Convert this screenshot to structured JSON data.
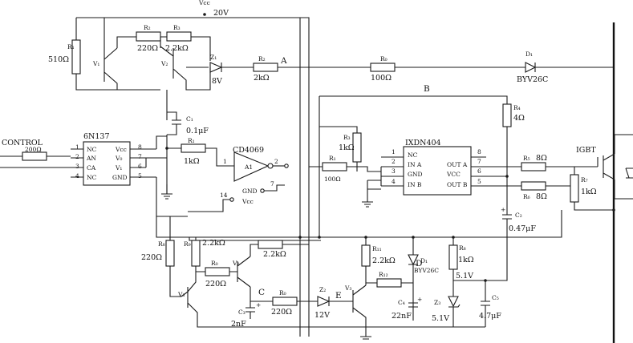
{
  "supply": {
    "vcc_label": "Vcc",
    "vcc_value": "20V"
  },
  "input": {
    "control_label": "CONTROL",
    "r10_value": "200Ω"
  },
  "parts": {
    "r1": {
      "value": "510Ω"
    },
    "r2": {
      "value": "220Ω"
    },
    "r3": {
      "value": "2.2kΩ"
    },
    "r4": {
      "value": "4Ω"
    },
    "r5": {
      "value": "8Ω"
    },
    "r6": {
      "value": "8Ω"
    },
    "r7": {
      "value": "1kΩ"
    },
    "r8": {
      "value": "220Ω"
    },
    "r9": {
      "value": "2.2kΩ"
    },
    "r10": {
      "value": "220Ω"
    },
    "r11": {
      "value": "2.2kΩ"
    },
    "r12": {
      "value": "2.2kΩ"
    },
    "r13": {
      "value": "1kΩ"
    },
    "r14": {
      "value": "1kΩ"
    },
    "r15": {
      "value": "100Ω"
    },
    "r16": {
      "value": "220Ω"
    },
    "r17": {
      "value": "1kΩ"
    },
    "r18": {
      "value": "2kΩ"
    },
    "r19": {
      "value": "100Ω"
    },
    "c_top": {
      "value": "0.1μF"
    },
    "c2": {
      "value": "0.47μF"
    },
    "c3": {
      "value": "2nF"
    },
    "c4": {
      "value": "22nF"
    },
    "c5": {
      "value": "4.7μF"
    },
    "z_top": {
      "value": "8V"
    },
    "z_e": {
      "value": "12V"
    },
    "z_right": {
      "value": "5.1V"
    },
    "node_5v1": {
      "value": "5.1V"
    },
    "d1": {
      "name": "D₁",
      "part": "BYV26C"
    },
    "d2": {
      "name": "D₁",
      "part": "BYV26C"
    }
  },
  "ics": {
    "opto": {
      "name": "6N137",
      "pins_left": [
        "NC",
        "AN",
        "CA",
        "NC"
      ],
      "pins_right": [
        "Vcc",
        "V₀",
        "V₁",
        "GND"
      ],
      "nums_left": [
        "1",
        "2",
        "3",
        "4"
      ],
      "nums_right": [
        "8",
        "7",
        "6",
        "5"
      ]
    },
    "inverter": {
      "name": "CD4069",
      "pin_in": "1",
      "pin_out": "2",
      "pin_gnd": "7",
      "pin_vcc": "14",
      "gnd_label": "GND",
      "vcc_label": "Vcc"
    },
    "driver": {
      "name": "IXDN404",
      "pins_left": [
        "NC",
        "IN A",
        "GND",
        "IN B"
      ],
      "pins_right": [
        "",
        "OUT A",
        "VCC",
        "OUT B"
      ],
      "nums_left": [
        "1",
        "2",
        "3",
        "4"
      ],
      "nums_right": [
        "8",
        "7",
        "6",
        "5"
      ]
    }
  },
  "nodes": {
    "a": "A",
    "b": "B",
    "c": "C",
    "d": "D",
    "e": "E"
  },
  "igbt_label": "IGBT",
  "colors": {
    "ink": "#1a1a1a",
    "paper": "#ffffff"
  }
}
